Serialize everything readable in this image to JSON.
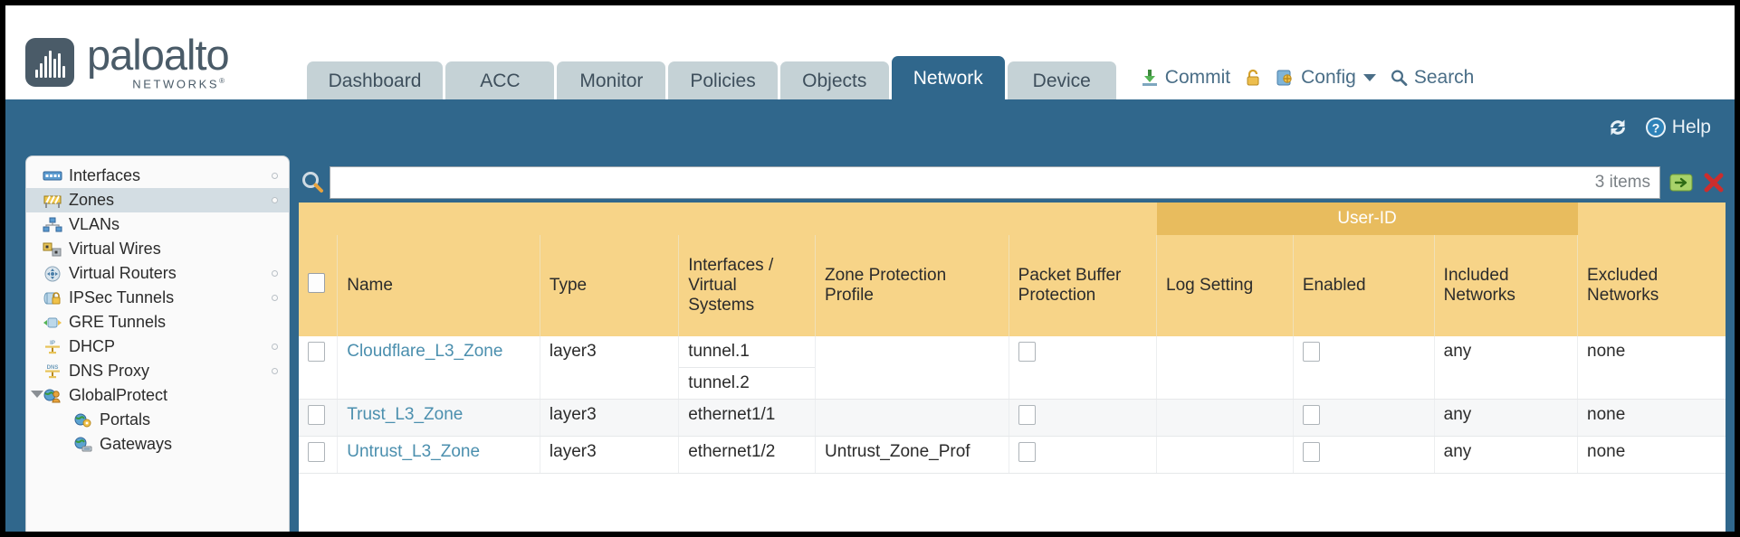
{
  "brand": {
    "name": "paloalto",
    "tagline": "NETWORKS",
    "registered": "®"
  },
  "tabs": [
    {
      "label": "Dashboard",
      "active": false
    },
    {
      "label": "ACC",
      "active": false
    },
    {
      "label": "Monitor",
      "active": false
    },
    {
      "label": "Policies",
      "active": false
    },
    {
      "label": "Objects",
      "active": false
    },
    {
      "label": "Network",
      "active": true
    },
    {
      "label": "Device",
      "active": false
    }
  ],
  "utils": {
    "commit": "Commit",
    "lock_icon": "padlock-icon",
    "config": "Config",
    "search": "Search"
  },
  "subbar": {
    "refresh_icon": "refresh-icon",
    "help": "Help"
  },
  "sidebar": {
    "items": [
      {
        "label": "Interfaces",
        "icon": "interfaces-icon",
        "selected": false,
        "child": false,
        "caret": false,
        "dot": true
      },
      {
        "label": "Zones",
        "icon": "zones-icon",
        "selected": true,
        "child": false,
        "caret": false,
        "dot": true
      },
      {
        "label": "VLANs",
        "icon": "vlans-icon",
        "selected": false,
        "child": false,
        "caret": false,
        "dot": false
      },
      {
        "label": "Virtual Wires",
        "icon": "virtual-wires-icon",
        "selected": false,
        "child": false,
        "caret": false,
        "dot": false
      },
      {
        "label": "Virtual Routers",
        "icon": "virtual-routers-icon",
        "selected": false,
        "child": false,
        "caret": false,
        "dot": true
      },
      {
        "label": "IPSec Tunnels",
        "icon": "ipsec-tunnels-icon",
        "selected": false,
        "child": false,
        "caret": false,
        "dot": true
      },
      {
        "label": "GRE Tunnels",
        "icon": "gre-tunnels-icon",
        "selected": false,
        "child": false,
        "caret": false,
        "dot": false
      },
      {
        "label": "DHCP",
        "icon": "dhcp-icon",
        "selected": false,
        "child": false,
        "caret": false,
        "dot": true
      },
      {
        "label": "DNS Proxy",
        "icon": "dns-proxy-icon",
        "selected": false,
        "child": false,
        "caret": false,
        "dot": true
      },
      {
        "label": "GlobalProtect",
        "icon": "globalprotect-icon",
        "selected": false,
        "child": false,
        "caret": true,
        "dot": false
      },
      {
        "label": "Portals",
        "icon": "portals-icon",
        "selected": false,
        "child": true,
        "caret": false,
        "dot": false
      },
      {
        "label": "Gateways",
        "icon": "gateways-icon",
        "selected": false,
        "child": true,
        "caret": false,
        "dot": false
      }
    ]
  },
  "search": {
    "value": "",
    "placeholder": "",
    "items_count": "3 items",
    "apply_icon": "green-arrow-icon",
    "clear_icon": "red-x-icon"
  },
  "table": {
    "group_header": {
      "label": "User-ID",
      "span": 3
    },
    "columns": [
      "Name",
      "Type",
      "Interfaces / Virtual Systems",
      "Zone Protection Profile",
      "Packet Buffer Protection",
      "Log Setting",
      "Enabled",
      "Included Networks",
      "Excluded Networks"
    ],
    "rows": [
      {
        "selected": false,
        "name": "Cloudflare_L3_Zone",
        "type": "layer3",
        "interfaces": [
          "tunnel.1",
          "tunnel.2"
        ],
        "zone_protection_profile": "",
        "packet_buffer_protection": false,
        "log_setting": "",
        "userid_enabled": false,
        "included_networks": "any",
        "excluded_networks": "none"
      },
      {
        "selected": false,
        "name": "Trust_L3_Zone",
        "type": "layer3",
        "interfaces": [
          "ethernet1/1"
        ],
        "zone_protection_profile": "",
        "packet_buffer_protection": false,
        "log_setting": "",
        "userid_enabled": false,
        "included_networks": "any",
        "excluded_networks": "none"
      },
      {
        "selected": false,
        "name": "Untrust_L3_Zone",
        "type": "layer3",
        "interfaces": [
          "ethernet1/2"
        ],
        "zone_protection_profile": "Untrust_Zone_Prof",
        "packet_buffer_protection": false,
        "log_setting": "",
        "userid_enabled": false,
        "included_networks": "any",
        "excluded_networks": "none"
      }
    ]
  },
  "colors": {
    "brand_blue": "#30678c",
    "tab_inactive": "#c5d2d6",
    "header_gold": "#f7d488",
    "group_gold": "#e8bc5e",
    "link_blue": "#4b8fae",
    "sidebar_selected": "#d3dde3"
  }
}
